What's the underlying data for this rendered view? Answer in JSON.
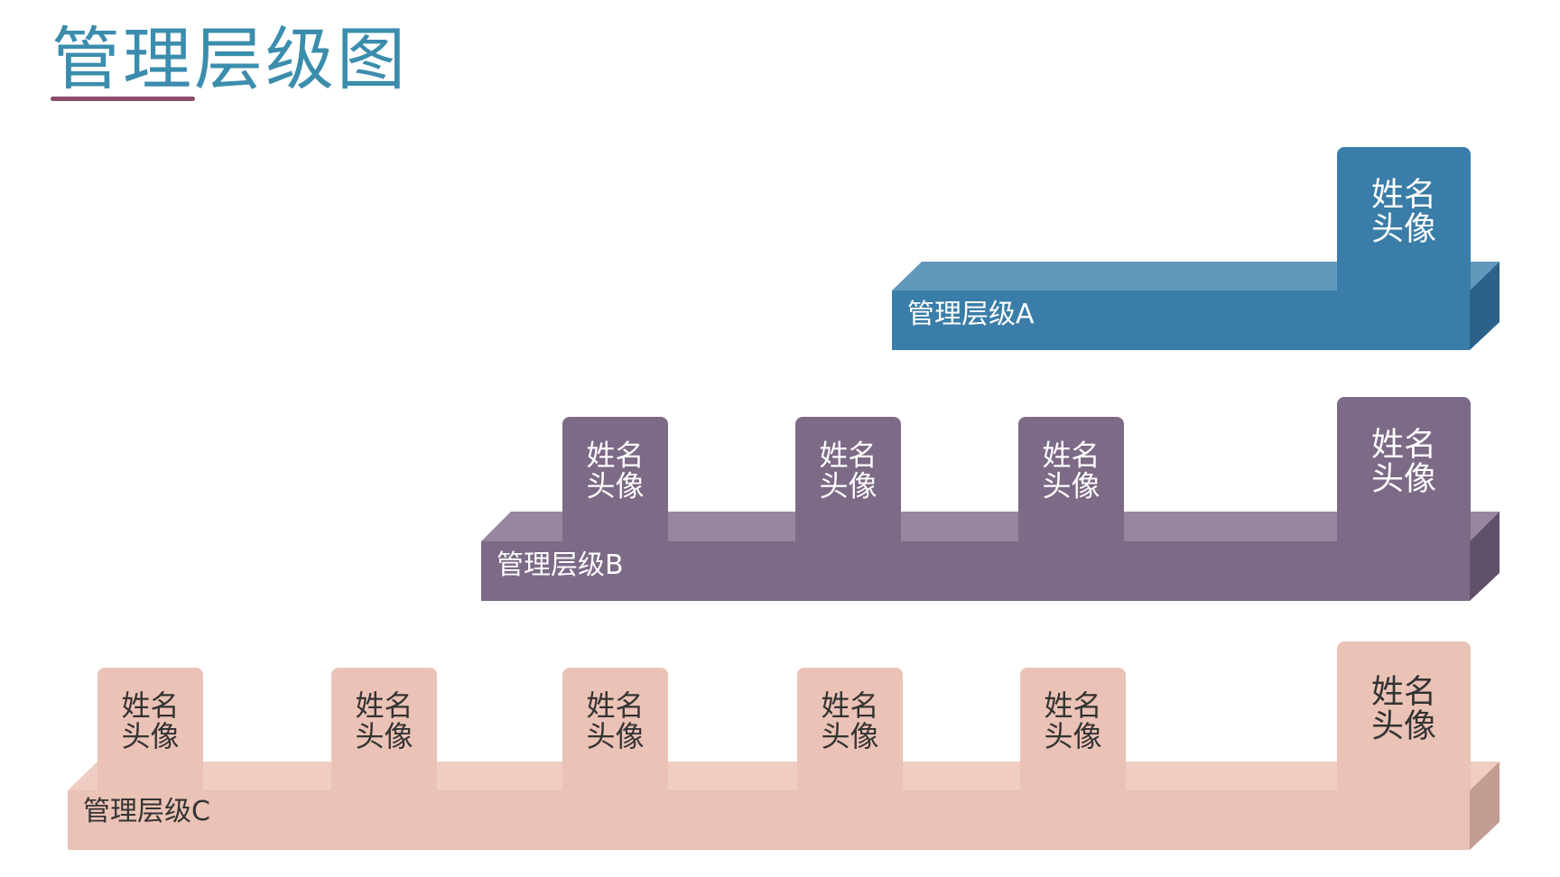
{
  "title": "管理层级图",
  "levels": [
    {
      "label": "管理层级A",
      "colors": {
        "front": "#3a7da8",
        "top": "#6198bb",
        "side": "#2c6289",
        "box": "#3a7da8",
        "text": "#ffffff"
      },
      "boxes": [
        {
          "line1": "姓名",
          "line2": "头像"
        }
      ]
    },
    {
      "label": "管理层级B",
      "colors": {
        "front": "#7c6a86",
        "top": "#98869f",
        "side": "#5f5169",
        "box": "#7c6a86",
        "text": "#ffffff"
      },
      "boxes": [
        {
          "line1": "姓名",
          "line2": "头像"
        },
        {
          "line1": "姓名",
          "line2": "头像"
        },
        {
          "line1": "姓名",
          "line2": "头像"
        },
        {
          "line1": "姓名",
          "line2": "头像"
        }
      ]
    },
    {
      "label": "管理层级C",
      "colors": {
        "front": "#eac2b6",
        "top": "#f0cdc2",
        "side": "#c39c92",
        "box": "#ebc2b6",
        "text": "#333333"
      },
      "boxes": [
        {
          "line1": "姓名",
          "line2": "头像"
        },
        {
          "line1": "姓名",
          "line2": "头像"
        },
        {
          "line1": "姓名",
          "line2": "头像"
        },
        {
          "line1": "姓名",
          "line2": "头像"
        },
        {
          "line1": "姓名",
          "line2": "头像"
        },
        {
          "line1": "姓名",
          "line2": "头像"
        }
      ]
    }
  ],
  "title_color": "#3b8dad",
  "title_underline_color": "#8d4d6e"
}
